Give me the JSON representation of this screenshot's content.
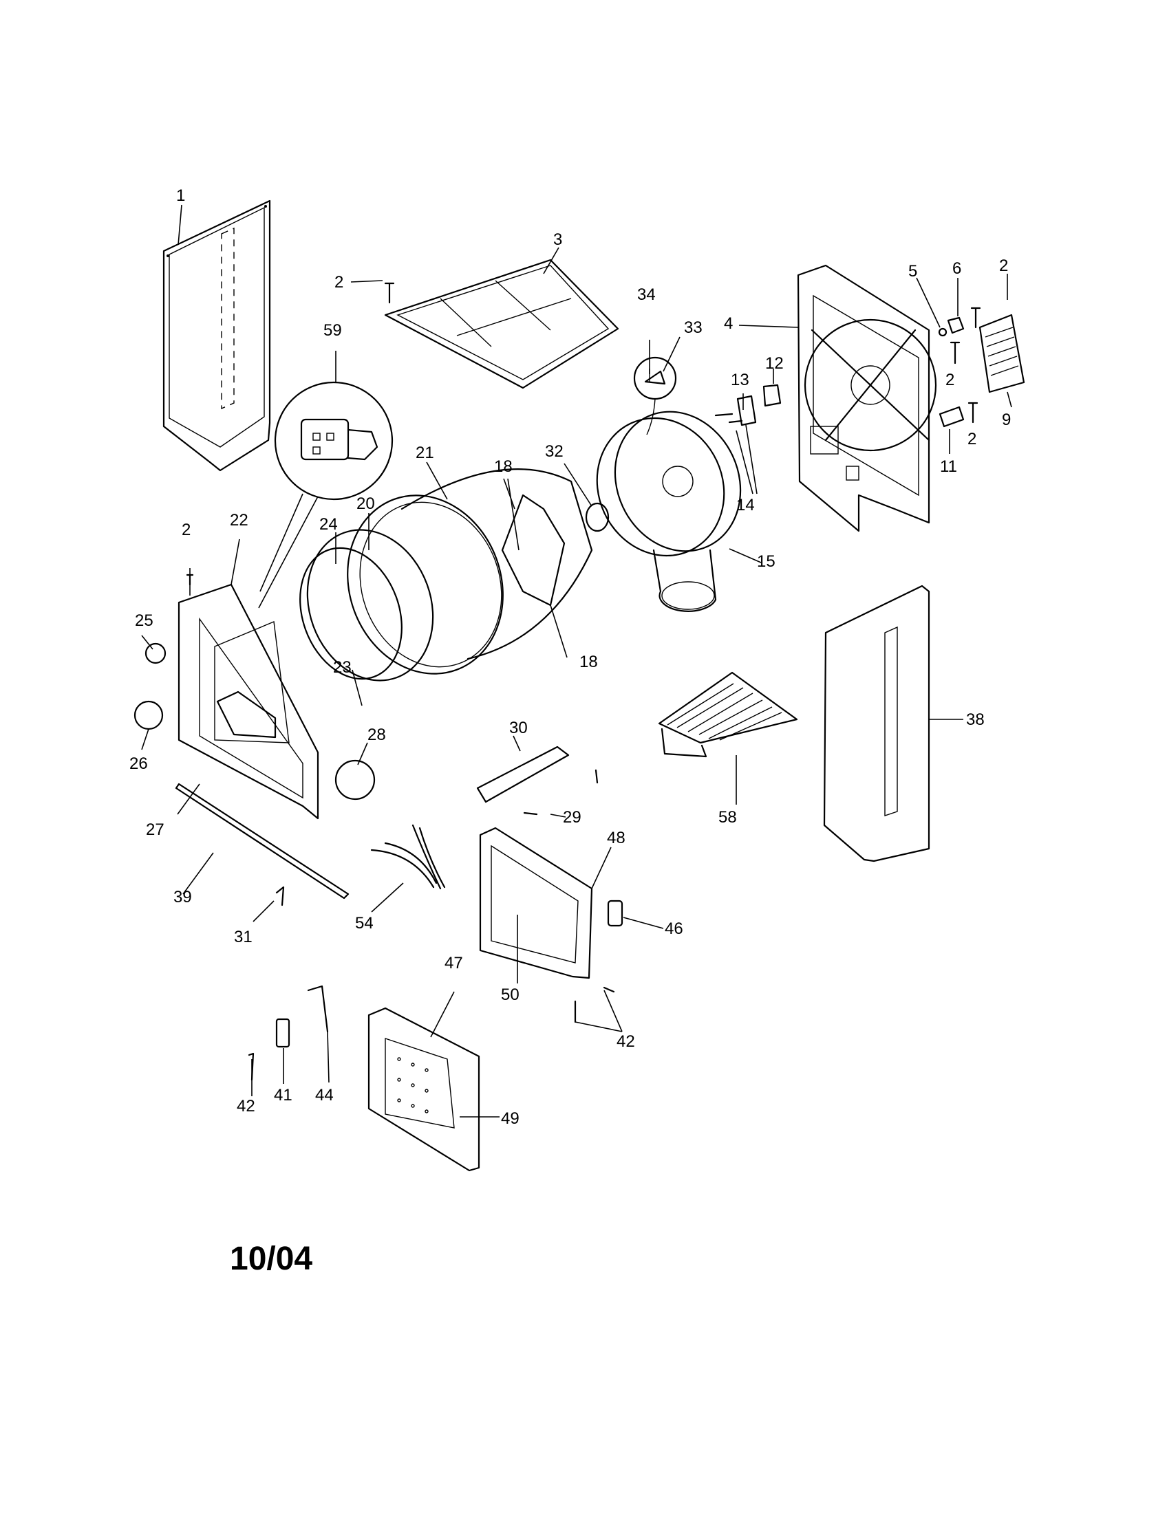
{
  "diagram": {
    "date_code": "10/04",
    "callouts": [
      {
        "id": "c1",
        "text": "1"
      },
      {
        "id": "c2a",
        "text": "2"
      },
      {
        "id": "c3",
        "text": "3"
      },
      {
        "id": "c2b",
        "text": "2"
      },
      {
        "id": "c5",
        "text": "5"
      },
      {
        "id": "c6",
        "text": "6"
      },
      {
        "id": "c59",
        "text": "59"
      },
      {
        "id": "c34",
        "text": "34"
      },
      {
        "id": "c33",
        "text": "33"
      },
      {
        "id": "c4",
        "text": "4"
      },
      {
        "id": "c2c",
        "text": "2"
      },
      {
        "id": "c9",
        "text": "9"
      },
      {
        "id": "c12",
        "text": "12"
      },
      {
        "id": "c13",
        "text": "13"
      },
      {
        "id": "c2d",
        "text": "2"
      },
      {
        "id": "c11",
        "text": "11"
      },
      {
        "id": "c32",
        "text": "32"
      },
      {
        "id": "c21",
        "text": "21"
      },
      {
        "id": "c18a",
        "text": "18"
      },
      {
        "id": "c14",
        "text": "14"
      },
      {
        "id": "c20",
        "text": "20"
      },
      {
        "id": "c24",
        "text": "24"
      },
      {
        "id": "c2e",
        "text": "2"
      },
      {
        "id": "c22",
        "text": "22"
      },
      {
        "id": "c15",
        "text": "15"
      },
      {
        "id": "c25",
        "text": "25"
      },
      {
        "id": "c18b",
        "text": "18"
      },
      {
        "id": "c23",
        "text": "23"
      },
      {
        "id": "c38",
        "text": "38"
      },
      {
        "id": "c26",
        "text": "26"
      },
      {
        "id": "c28",
        "text": "28"
      },
      {
        "id": "c30",
        "text": "30"
      },
      {
        "id": "c29",
        "text": "29"
      },
      {
        "id": "c27",
        "text": "27"
      },
      {
        "id": "c58",
        "text": "58"
      },
      {
        "id": "c48",
        "text": "48"
      },
      {
        "id": "c39",
        "text": "39"
      },
      {
        "id": "c54",
        "text": "54"
      },
      {
        "id": "c46",
        "text": "46"
      },
      {
        "id": "c31",
        "text": "31"
      },
      {
        "id": "c47",
        "text": "47"
      },
      {
        "id": "c50",
        "text": "50"
      },
      {
        "id": "c42a",
        "text": "42"
      },
      {
        "id": "c49",
        "text": "49"
      },
      {
        "id": "c42b",
        "text": "42"
      },
      {
        "id": "c41",
        "text": "41"
      },
      {
        "id": "c44",
        "text": "44"
      }
    ]
  }
}
